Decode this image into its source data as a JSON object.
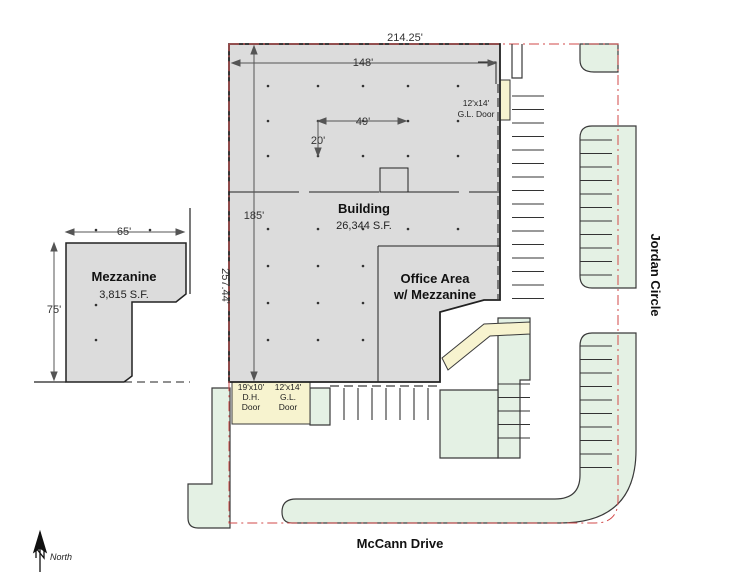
{
  "labels": {
    "building": "Building",
    "building_sf": "26,344 S.F.",
    "mezzanine": "Mezzanine",
    "mezzanine_sf": "3,815 S.F.",
    "office_line1": "Office Area",
    "office_line2": "w/ Mezzanine",
    "street_right": "Jordan Circle",
    "street_bottom": "McCann Drive",
    "north": "North"
  },
  "dimensions": {
    "lot_width": "214.25'",
    "lot_depth": "257.44'",
    "building_width": "148'",
    "building_depth": "185'",
    "bay_width": "49'",
    "bay_depth": "20'",
    "mezz_width": "65'",
    "mezz_depth": "75'"
  },
  "doors": {
    "east_1": "12'x14'",
    "east_2": "G.L. Door",
    "south_a1": "19'x10'",
    "south_a2": "D.H.",
    "south_a3": "Door",
    "south_b1": "12'x14'",
    "south_b2": "G.L.",
    "south_b3": "Door"
  },
  "colors": {
    "building_fill": "#dcdcdc",
    "landscape_fill": "#e4f1e4",
    "door_fill": "#f7f3cf",
    "property_line": "#d24a4a"
  }
}
